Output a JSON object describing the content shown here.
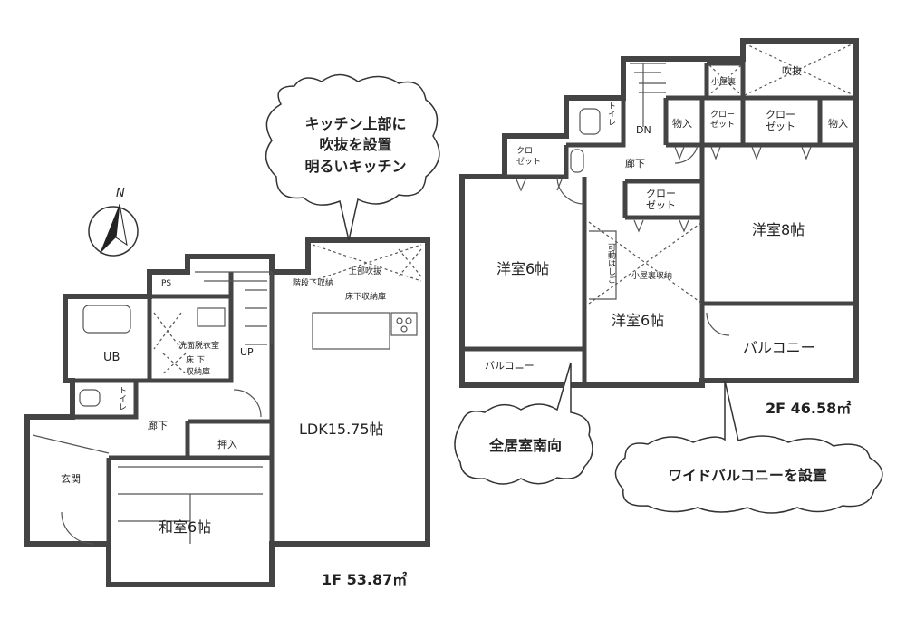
{
  "first_floor": {
    "callout_lines": [
      "キッチン上部に",
      "吹抜を設置",
      "明るいキッチン"
    ],
    "compass": "N",
    "ps": "PS",
    "up": "UP",
    "under_stairs_storage": "階段下収納",
    "upper_void": "上部吹抜",
    "underfloor_storage_kitchen": "床下収納庫",
    "washroom": "洗面脱衣室",
    "underfloor_storage_wash": [
      "床 下",
      "収納庫"
    ],
    "ub": "UB",
    "toilet": "トイレ",
    "hallway": "廊下",
    "closet": "押入",
    "entrance": "玄関",
    "japanese_room": "和室6帖",
    "ldk": "LDK15.75帖",
    "area": "1F 53.87㎡"
  },
  "second_floor": {
    "void": "吹抜",
    "attic": "小屋裏",
    "toilet": "トイレ",
    "dn": "DN",
    "storage_left": "物入",
    "closet_a": [
      "クロー",
      "ゼット"
    ],
    "closet_b": [
      "クロー",
      "ゼット"
    ],
    "storage_right": "物入",
    "hallway": "廊下",
    "closet_west": [
      "クロー",
      "ゼット"
    ],
    "closet_mid": [
      "クロー",
      "ゼット"
    ],
    "movable_ladder": "可動はしご",
    "attic_storage": "小屋裏収納",
    "room_west": "洋室6帖",
    "room_mid": "洋室6帖",
    "room_east": "洋室8帖",
    "balcony_west": "バルコニー",
    "balcony_east": "バルコニー",
    "area": "2F 46.58㎡",
    "callout_south": "全居室南向",
    "callout_balcony": "ワイドバルコニーを設置"
  }
}
